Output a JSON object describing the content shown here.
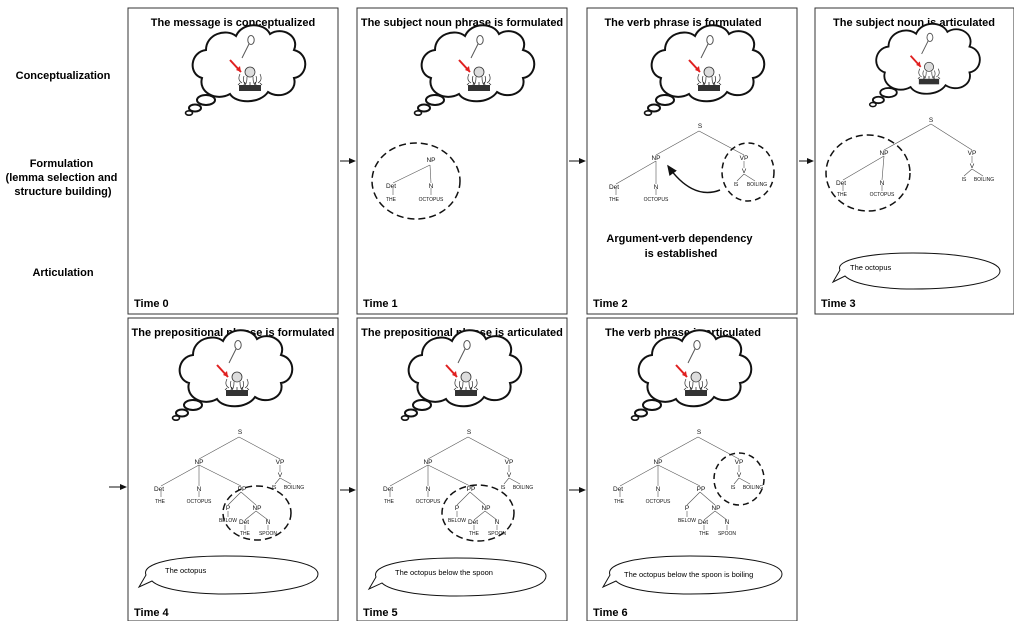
{
  "row_labels": [
    {
      "lines": [
        "Conceptualization"
      ]
    },
    {
      "lines": [
        "Formulation",
        "(lemma selection and",
        "structure building)"
      ]
    },
    {
      "lines": [
        "Articulation"
      ]
    }
  ],
  "tree_labels": {
    "S": "S",
    "NP": "NP",
    "VP": "VP",
    "PP": "PP",
    "Det": "Det",
    "N": "N",
    "V": "V",
    "P": "P",
    "THE": "THE",
    "OCTOPUS": "OCTOPUS",
    "IS": "IS",
    "BOILING": "BOILING",
    "BELOW": "BELOW",
    "SPOON": "SPOON"
  },
  "panels": [
    {
      "id": "p0",
      "title": "The message is conceptualized",
      "time": "Time 0"
    },
    {
      "id": "p1",
      "title": "The subject noun phrase is formulated",
      "time": "Time 1"
    },
    {
      "id": "p2",
      "title": "The verb phrase is formulated",
      "time": "Time 2",
      "note": [
        "Argument-verb dependency",
        "is established"
      ]
    },
    {
      "id": "p3",
      "title": "The subject noun is articulated",
      "time": "Time 3",
      "speech": "The octopus"
    },
    {
      "id": "p4",
      "title": "The prepositional phrase is formulated",
      "time": "Time 4",
      "speech": "The octopus"
    },
    {
      "id": "p5",
      "title": "The prepositional phrase is articulated",
      "time": "Time 5",
      "speech": "The octopus below the spoon"
    },
    {
      "id": "p6",
      "title": "The verb phrase is articulated",
      "time": "Time 6",
      "speech": "The octopus below the spoon is boiling"
    }
  ]
}
